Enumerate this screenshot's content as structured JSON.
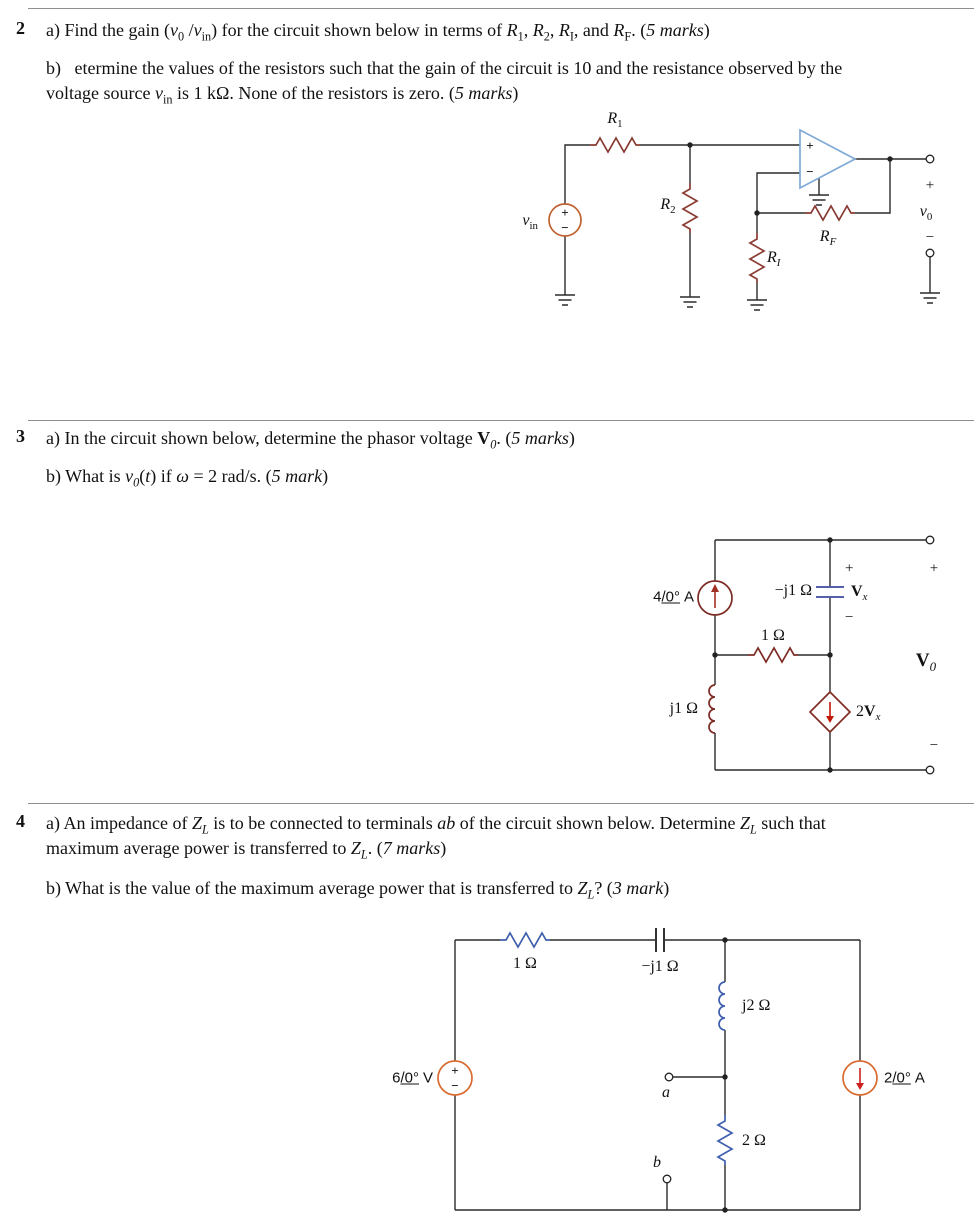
{
  "signs": {
    "plus": "+",
    "minus": "−"
  },
  "p2": {
    "num": "2",
    "a": "a) Find the gain (<i>v</i><sub>0</sub> /<i>v</i><sub>in</sub>) for the circuit shown below in terms of <i>R</i><sub>1</sub>, <i>R</i><sub>2</sub>, <i>R</i><sub>I</sub>, and <i>R</i><sub>F</sub>. (<i>5 marks</i>)",
    "b": "b) &nbsp;&nbsp;etermine the values of the resistors such that the gain of the circuit is 10 and the resistance observed by the<br>voltage source <i>v</i><sub>in</sub> is 1 kΩ. None of the resistors is zero. (<i>5 marks</i>)"
  },
  "p3": {
    "num": "3",
    "a": "a) In the circuit shown below, determine the phasor voltage <b>V</b><sub><i>0</i></sub>. (<i>5 marks</i>)",
    "b": "b) What is <i>v</i><sub><i>0</i></sub>(<i>t</i>) if <i>ω</i> = 2 rad/s. (<i>5 mark</i>)"
  },
  "p4": {
    "num": "4",
    "a": "a) An impedance of <i>Z<sub>L</sub></i> is to be connected to terminals <i>ab</i> of the circuit shown below. Determine <i>Z<sub>L</sub></i> such that<br>maximum average power is transferred to <i>Z<sub>L</sub></i>. (<i>7 marks</i>)",
    "b": "b) What is the value of the maximum average power that is transferred to <i>Z<sub>L</sub></i>? (<i>3 mark</i>)"
  },
  "c1": {
    "r1": "<i>R</i><sub>1</sub>",
    "r2": "<i>R</i><sub>2</sub>",
    "ri": "<i>R<sub>I</sub></i>",
    "rf": "<i>R<sub>F</sub></i>",
    "vin": "<i>v</i><sub>in</sub>",
    "vo": "<i>v</i><sub>0</sub>"
  },
  "c2": {
    "src": {
      "mag": "4",
      "angle": "/0°",
      "unit": "A"
    },
    "cap": "−j1 Ω",
    "res": "1 Ω",
    "ind": "j1 Ω",
    "vx": "<b>V</b><sub><i>x</i></sub>",
    "dep": "2<b>V</b><sub><i>x</i></sub>",
    "vo": "<b>V</b><sub><i>0</i></sub>"
  },
  "c3": {
    "res1": "1 Ω",
    "cap": "−j1 Ω",
    "ind": "j2 Ω",
    "res2": "2 Ω",
    "term_a": "<i>a</i>",
    "term_b": "<i>b</i>",
    "vsrc": {
      "mag": "6",
      "angle": "/0°",
      "unit": "V"
    },
    "isrc": {
      "mag": "2",
      "angle": "/0°",
      "unit": "A"
    }
  }
}
